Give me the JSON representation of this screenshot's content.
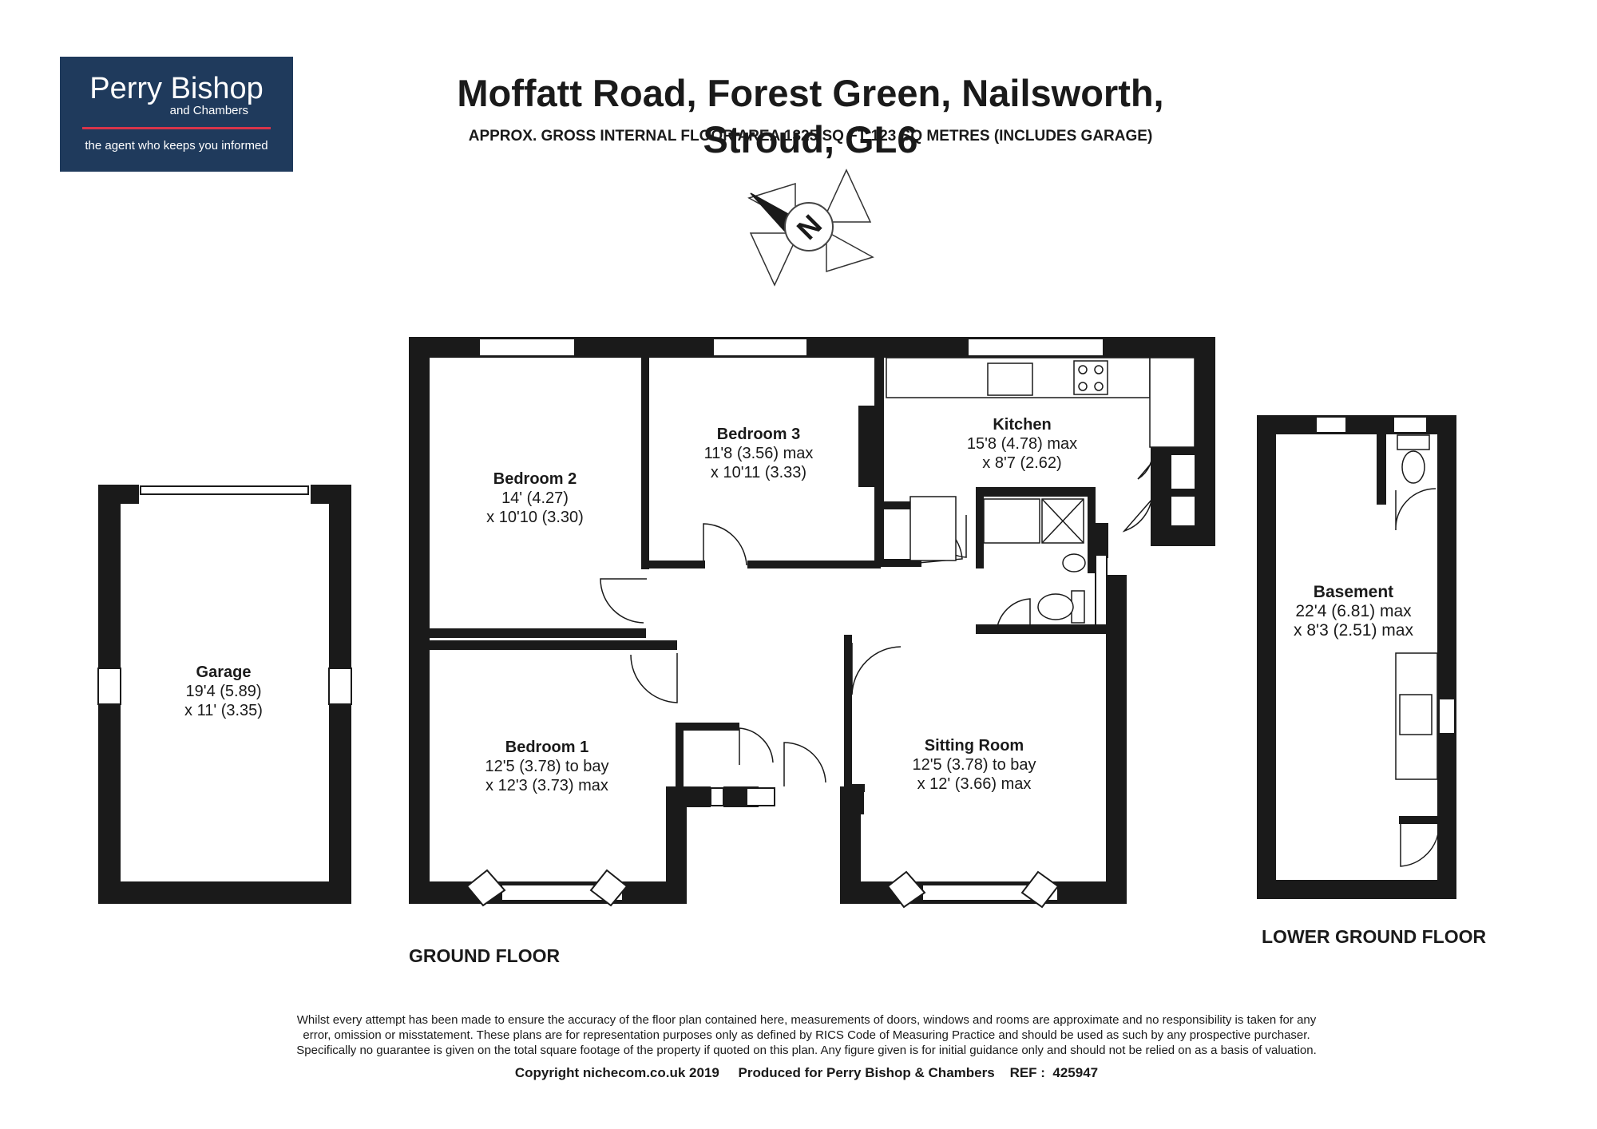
{
  "logo": {
    "brand": "Perry Bishop",
    "sub": "and Chambers",
    "tagline": "the agent who keeps you informed"
  },
  "header": {
    "title": "Moffatt Road, Forest Green, Nailsworth, Stroud, GL6",
    "subtitle": "APPROX. GROSS INTERNAL FLOOR AREA 1325 SQ FT 123 SQ METRES (INCLUDES GARAGE)"
  },
  "compass": {
    "letter": "N"
  },
  "rooms": {
    "garage": {
      "name": "Garage",
      "dim1": "19'4 (5.89)",
      "dim2": "x 11' (3.35)"
    },
    "bedroom2": {
      "name": "Bedroom 2",
      "dim1": "14' (4.27)",
      "dim2": "x 10'10 (3.30)"
    },
    "bedroom3": {
      "name": "Bedroom 3",
      "dim1": "11'8 (3.56) max",
      "dim2": "x 10'11 (3.33)"
    },
    "kitchen": {
      "name": "Kitchen",
      "dim1": "15'8 (4.78) max",
      "dim2": "x 8'7 (2.62)"
    },
    "bedroom1": {
      "name": "Bedroom 1",
      "dim1": "12'5 (3.78) to bay",
      "dim2": "x 12'3 (3.73) max"
    },
    "sitting": {
      "name": "Sitting Room",
      "dim1": "12'5 (3.78) to bay",
      "dim2": "x 12' (3.66) max"
    },
    "basement": {
      "name": "Basement",
      "dim1": "22'4 (6.81) max",
      "dim2": "x 8'3 (2.51) max"
    }
  },
  "floors": {
    "ground": "GROUND FLOOR",
    "lower": "LOWER GROUND FLOOR"
  },
  "footer": {
    "disclaimer_1": "Whilst every attempt has been made to ensure the accuracy of the floor plan contained here, measurements of doors, windows and rooms are approximate and no responsibility is taken for any",
    "disclaimer_2": "error, omission or misstatement. These plans are for representation purposes only as defined by RICS Code of Measuring Practice and should be used as such by any prospective purchaser.",
    "disclaimer_3": "Specifically no guarantee is given on the total square footage of the property if quoted on this plan. Any figure given is for initial guidance only and should not be relied on as a basis of valuation.",
    "copyright": "Copyright nichecom.co.uk 2019     Produced for Perry Bishop & Chambers    REF :  425947"
  },
  "colors": {
    "wall": "#1a1a1a",
    "logo_bg": "#1f3a5c",
    "logo_rule": "#d8344a"
  }
}
